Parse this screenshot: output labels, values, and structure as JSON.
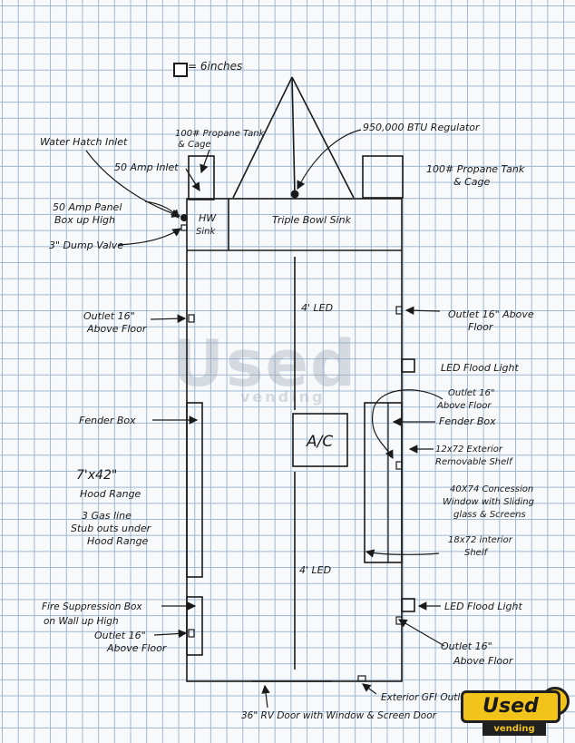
{
  "legend": {
    "text": "= 6inches"
  },
  "labels": {
    "water_hatch_inlet": "Water Hatch Inlet",
    "propane_left_1": "100# Propane Tank",
    "propane_left_2": "& Cage",
    "regulator": "950,000 BTU Regulator",
    "amp_inlet": "50 Amp Inlet",
    "propane_right_1": "100# Propane Tank",
    "propane_right_2": "& Cage",
    "amp_panel_1": "50 Amp Panel",
    "amp_panel_2": "Box up High",
    "hw_sink_1": "HW",
    "hw_sink_2": "Sink",
    "triple_sink": "Triple Bowl Sink",
    "dump_valve": "3\" Dump Valve",
    "led_top": "4' LED",
    "outlet_left_top_1": "Outlet 16\"",
    "outlet_left_top_2": "Above Floor",
    "outlet_right_top_1": "Outlet 16\" Above",
    "outlet_right_top_2": "Floor",
    "led_flood_top": "LED Flood Light",
    "outlet_right_mid_1": "Outlet 16\"",
    "outlet_right_mid_2": "Above Floor",
    "fender_left": "Fender Box",
    "fender_right": "Fender Box",
    "ac": "A/C",
    "exterior_shelf_1": "12x72 Exterior",
    "exterior_shelf_2": "Removable Shelf",
    "hood_1": "7'x42\"",
    "hood_2": "Hood Range",
    "gas_1": "3 Gas line",
    "gas_2": "Stub outs under",
    "gas_3": "Hood Range",
    "concession_1": "40X74 Concession",
    "concession_2": "Window with Sliding",
    "concession_3": "glass & Screens",
    "interior_shelf_1": "18x72 interior",
    "interior_shelf_2": "Shelf",
    "led_bottom": "4' LED",
    "fire_1": "Fire Suppression Box",
    "fire_2": "on Wall up High",
    "outlet_left_bottom_1": "Outlet 16\"",
    "outlet_left_bottom_2": "Above Floor",
    "led_flood_bottom": "LED Flood Light",
    "outlet_right_bottom_1": "Outlet 16\"",
    "outlet_right_bottom_2": "Above Floor",
    "exterior_gfi": "Exterior GFI Outlet",
    "rv_door": "36\" RV Door with Window & Screen Door"
  },
  "watermark": {
    "main": "Used",
    "sub": "vending"
  },
  "logo": {
    "main": "Used",
    "sub": "vending"
  },
  "colors": {
    "ink": "#1a1a1a",
    "grid": "#9fb7cf",
    "paper": "#f7f9fb",
    "logo_yellow": "#f2c31a"
  }
}
